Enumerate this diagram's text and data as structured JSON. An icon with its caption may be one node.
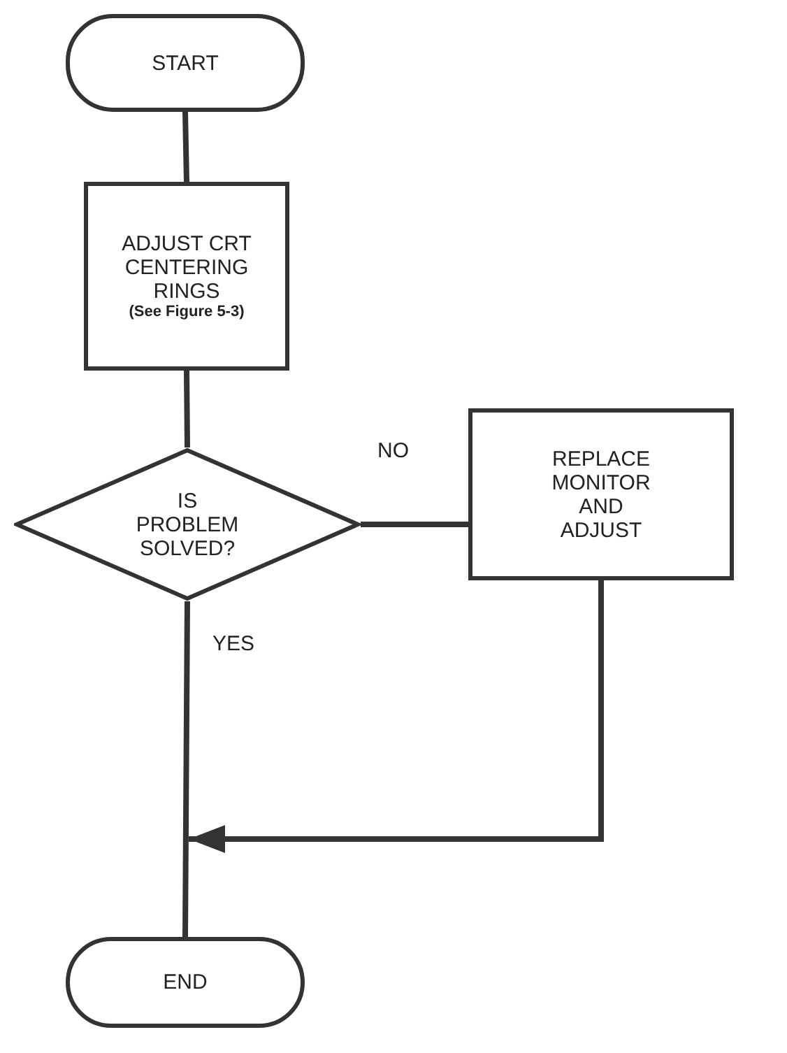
{
  "diagram": {
    "nodes": [
      {
        "text": [
          "START"
        ]
      },
      {
        "text": [
          "ADJUST CRT CENTERING RINGS",
          "(See Figure 5-3)"
        ]
      },
      {
        "text": [
          "IS PROBLEM SOLVED?"
        ]
      },
      {
        "text": [
          "REPLACE MONITOR AND ADJUST"
        ]
      },
      {
        "text": [
          "END"
        ]
      }
    ],
    "edges": [
      {
        "from": 0,
        "to": 1,
        "arrow": "none"
      },
      {
        "from": 1,
        "to": 2,
        "arrow": "none"
      },
      {
        "from": 2,
        "to": 3,
        "arrow": "none",
        "label": "NO"
      },
      {
        "from": 2,
        "to": 4,
        "arrow": "none",
        "label": "YES"
      },
      {
        "from": 3,
        "to": null,
        "arrow": "to"
      }
    ]
  }
}
